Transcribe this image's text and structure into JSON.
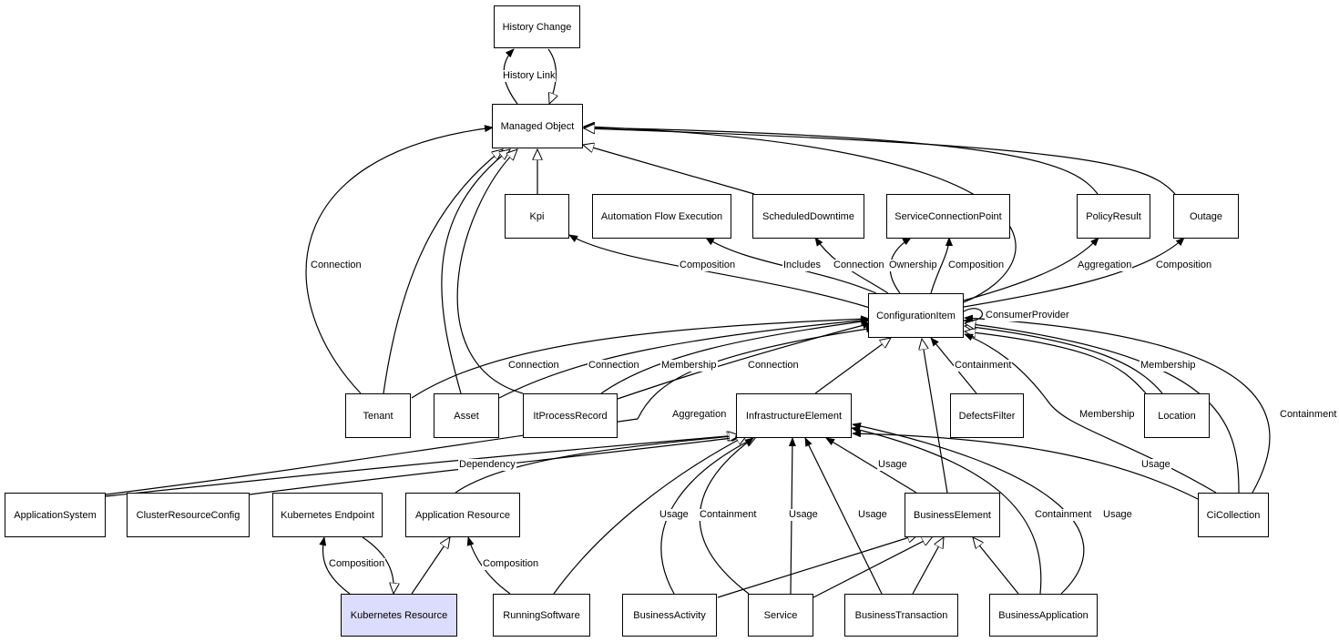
{
  "diagram": {
    "nodes": {
      "history_change": "History Change",
      "managed_object": "Managed Object",
      "kpi": "Kpi",
      "automation_flow_execution": "Automation Flow Execution",
      "scheduled_downtime": "ScheduledDowntime",
      "service_connection_point": "ServiceConnectionPoint",
      "policy_result": "PolicyResult",
      "outage": "Outage",
      "configuration_item": "ConfigurationItem",
      "tenant": "Tenant",
      "asset": "Asset",
      "it_process_record": "ItProcessRecord",
      "infrastructure_element": "InfrastructureElement",
      "defects_filter": "DefectsFilter",
      "location": "Location",
      "application_system": "ApplicationSystem",
      "cluster_resource_config": "ClusterResourceConfig",
      "kubernetes_endpoint": "Kubernetes Endpoint",
      "application_resource": "Application Resource",
      "business_element": "BusinessElement",
      "ci_collection": "CiCollection",
      "kubernetes_resource": "Kubernetes Resource",
      "running_software": "RunningSoftware",
      "business_activity": "BusinessActivity",
      "service": "Service",
      "business_transaction": "BusinessTransaction",
      "business_application": "BusinessApplication"
    },
    "edge_labels": {
      "history_link": "History Link",
      "tenant_mo_connection": "Connection",
      "ci_kpi_composition": "Composition",
      "ci_afe_includes": "Includes",
      "ci_sd_connection": "Connection",
      "ci_scp_ownership": "Ownership",
      "ci_scp_composition": "Composition",
      "ci_pr_aggregation": "Aggregation",
      "ci_outage_composition": "Composition",
      "ci_consumer_provider": "ConsumerProvider",
      "tenant_ci_connection": "Connection",
      "asset_ci_connection": "Connection",
      "ipr_ci_membership": "Membership",
      "ipr_ci_connection": "Connection",
      "as_ci_aggregation": "Aggregation",
      "df_ci_containment": "Containment",
      "loc_ci_membership": "Membership",
      "coll_ci_membership": "Membership",
      "coll_ci_containment": "Containment",
      "crc_ie_dependency": "Dependency",
      "be_ie_usage": "Usage",
      "coll_ie_usage": "Usage",
      "kr_ke_composition": "Composition",
      "kr_ar_composition": "Composition",
      "ba_ie_usage": "Usage",
      "svc_ie_containment": "Containment",
      "svc_ie_usage": "Usage",
      "bt_ie_usage": "Usage",
      "bapp_ie_containment": "Containment",
      "bapp_ie_usage": "Usage"
    }
  }
}
